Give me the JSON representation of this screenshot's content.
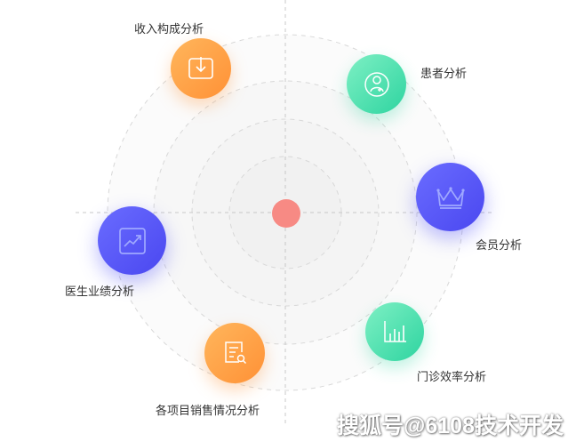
{
  "nodes": [
    {
      "id": "income",
      "label": "收入构成分析",
      "icon": "download-box-icon",
      "color": "orange"
    },
    {
      "id": "patient",
      "label": "患者分析",
      "icon": "patient-icon",
      "color": "green"
    },
    {
      "id": "member",
      "label": "会员分析",
      "icon": "crown-icon",
      "color": "purple"
    },
    {
      "id": "doctor",
      "label": "医生业绩分析",
      "icon": "trend-chart-icon",
      "color": "purple"
    },
    {
      "id": "sales",
      "label": "各项目销售情况分析",
      "icon": "report-search-icon",
      "color": "orange"
    },
    {
      "id": "clinic",
      "label": "门诊效率分析",
      "icon": "bar-chart-icon",
      "color": "green"
    }
  ],
  "colors": {
    "orange": "#ff9f45",
    "green": "#3bdca9",
    "purple": "#5a58f5",
    "center": "#f78a84",
    "rings": "#d8d8d8"
  },
  "watermark": "搜狐号@6108技术开发"
}
